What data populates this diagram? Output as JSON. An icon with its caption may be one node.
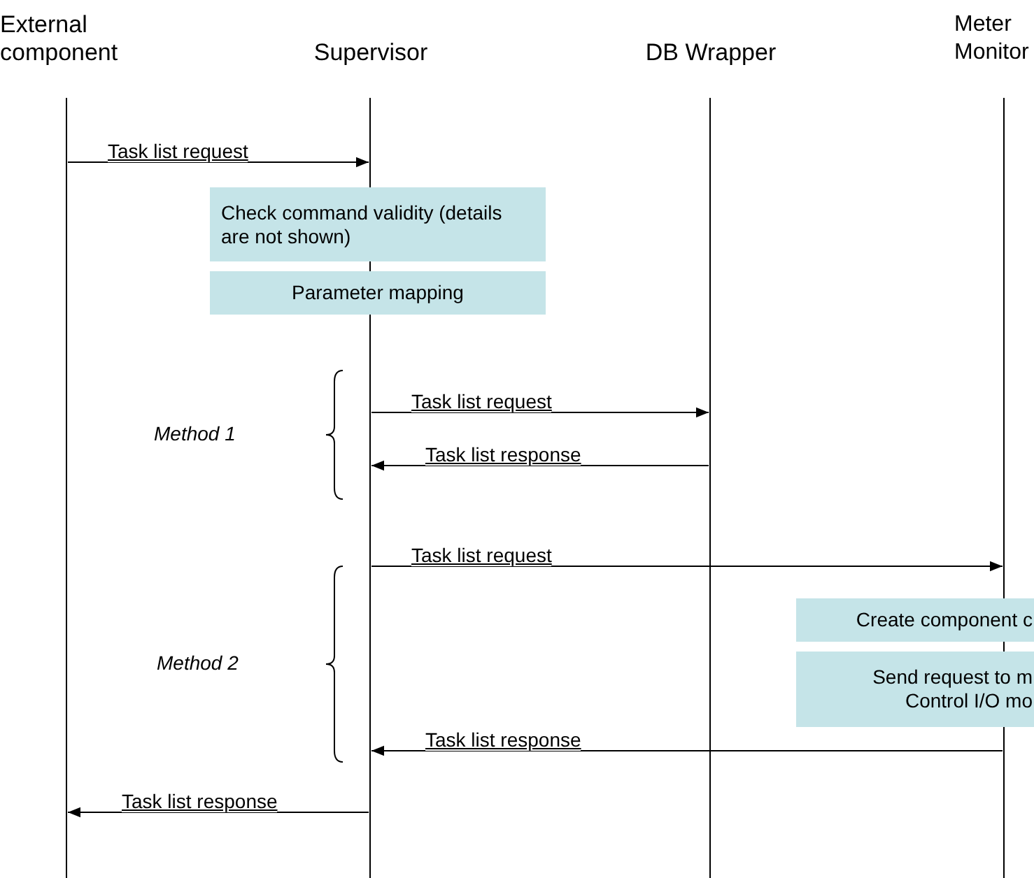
{
  "diagram": {
    "nodes": [
      {
        "text": [
          "External component"
        ]
      },
      {
        "text": [
          "Supervisor"
        ]
      },
      {
        "text": [
          "DB Wrapper"
        ]
      },
      {
        "text": [
          "Meter Monitor"
        ]
      },
      {
        "text": [],
        "shape": "bar"
      },
      {
        "text": [],
        "shape": "bar"
      },
      {
        "text": [],
        "shape": "bar"
      },
      {
        "text": [],
        "shape": "bar"
      },
      {
        "text": [
          "Check command validity (details are not shown)"
        ]
      },
      {
        "text": [
          "Parameter mapping"
        ]
      },
      {
        "text": [
          "Create component c"
        ]
      },
      {
        "text": [
          "Send request to m Control I/O mo"
        ]
      }
    ],
    "edges": [
      {
        "from": 4,
        "to": 5,
        "arrow": "to",
        "label": "Task list request"
      },
      {
        "from": 5,
        "to": 6,
        "arrow": "to",
        "label": "Task list request"
      },
      {
        "from": 6,
        "to": 5,
        "arrow": "to",
        "label": "Task list response"
      },
      {
        "from": 5,
        "to": 7,
        "arrow": "to",
        "label": "Task list request"
      },
      {
        "from": 7,
        "to": 5,
        "arrow": "to",
        "label": "Task list response"
      },
      {
        "from": 5,
        "to": 4,
        "arrow": "to",
        "label": "Task list response"
      }
    ],
    "labels": [
      "Method 1",
      "Method 2"
    ]
  }
}
